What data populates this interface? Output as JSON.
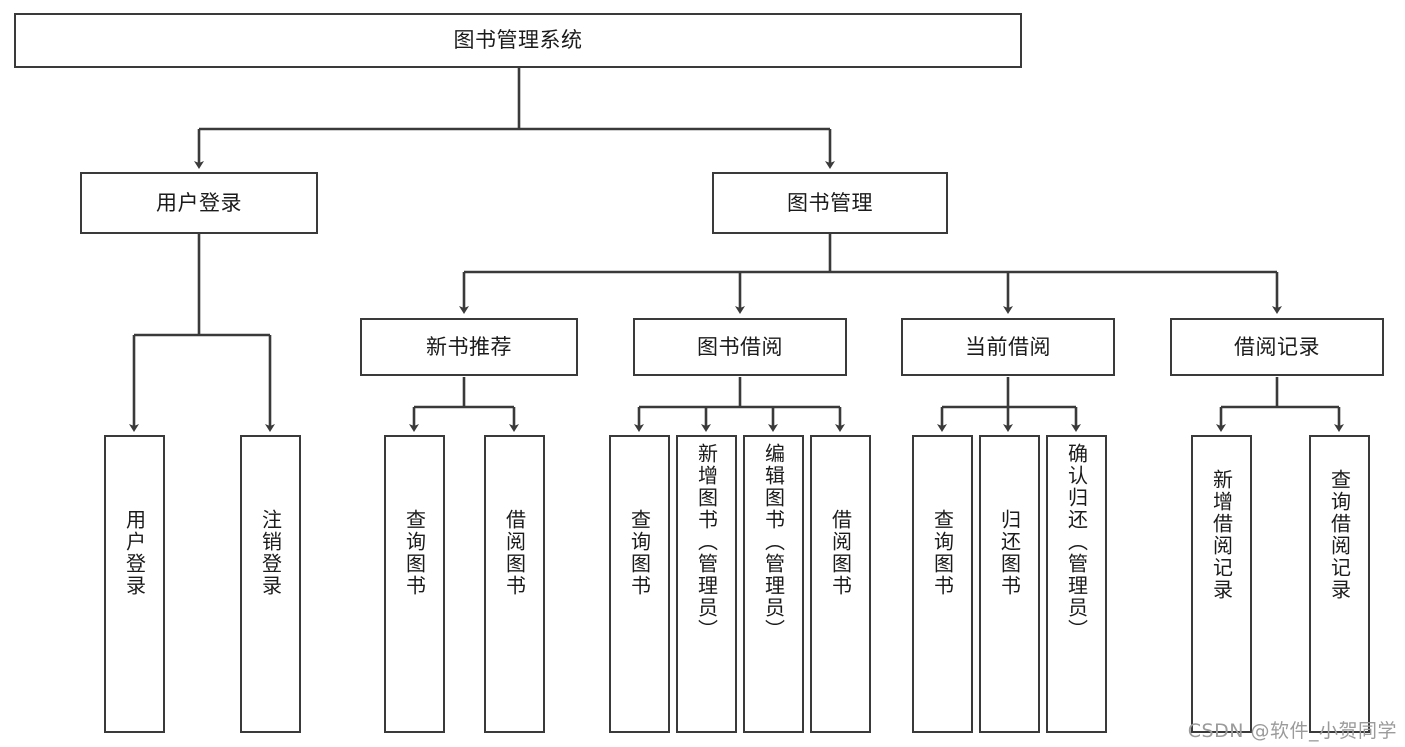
{
  "diagram": {
    "type": "tree-hierarchy",
    "title": "图书管理系统",
    "background_color": "#ffffff",
    "line_color": "#3a3a3a",
    "text_color": "#1b1b1b",
    "watermark": "CSDN @软件_小贺同学",
    "root": {
      "label": "图书管理系统",
      "level": 0
    },
    "level1": [
      {
        "label": "用户登录"
      },
      {
        "label": "图书管理"
      }
    ],
    "level2": [
      {
        "label": "新书推荐",
        "parent": "图书管理"
      },
      {
        "label": "图书借阅",
        "parent": "图书管理"
      },
      {
        "label": "当前借阅",
        "parent": "图书管理"
      },
      {
        "label": "借阅记录",
        "parent": "图书管理"
      }
    ],
    "leaves": {
      "user_login": [
        {
          "label": "用户登录"
        },
        {
          "label": "注销登录"
        }
      ],
      "new_book_recommend": [
        {
          "label": "查询图书"
        },
        {
          "label": "借阅图书"
        }
      ],
      "book_borrow": [
        {
          "label": "查询图书"
        },
        {
          "label": "新增图书（管理员）"
        },
        {
          "label": "编辑图书（管理员）"
        },
        {
          "label": "借阅图书"
        }
      ],
      "current_borrow": [
        {
          "label": "查询图书"
        },
        {
          "label": "归还图书"
        },
        {
          "label": "确认归还（管理员）"
        }
      ],
      "borrow_records": [
        {
          "label": "新增借阅记录"
        },
        {
          "label": "查询借阅记录"
        }
      ]
    }
  }
}
